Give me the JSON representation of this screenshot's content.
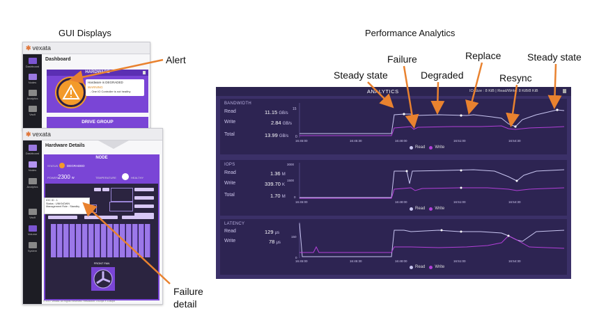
{
  "sections": {
    "gui_displays": "GUI Displays",
    "performance_analytics": "Performance Analytics"
  },
  "annotations": {
    "alert": "Alert",
    "failure_detail_line1": "Failure",
    "failure_detail_line2": "detail",
    "steady_state_1": "Steady state",
    "failure": "Failure",
    "degraded": "Degraded",
    "replace": "Replace",
    "resync": "Resync",
    "steady_state_2": "Steady state"
  },
  "dashboard": {
    "brand": "vexata",
    "title": "Dashboard",
    "hardware_label": "HARDWARE",
    "hardware_status_line": "Hardware is DEGRADED",
    "warning_label": "WARNING",
    "warning_detail": "- One IO Controller is not healthy",
    "drive_group_label": "DRIVE GROUP",
    "sidebar": [
      "Dashboard",
      "Nodes",
      "Analytics",
      "Vault"
    ]
  },
  "hardware_details": {
    "brand": "vexata",
    "title": "Hardware Details",
    "node_label": "NODE",
    "status_key": "STATUS",
    "status_value": "DEGRADED",
    "power_key": "POWER",
    "power_value": "2300",
    "power_unit": "w",
    "temperature_label": "TEMPERATURE",
    "temperature_value": "HEALTHY",
    "tooltip": [
      "IOC ID : 1",
      "Status : UNKNOWN",
      "Management Role : Standby"
    ],
    "front_fan_label": "FRONT FAN",
    "footer": "© 2017 Vexata. All Rights Reserved.     Resolution: 1920px X 1080px",
    "sidebar": [
      "Dashboard",
      "Nodes",
      "Analytics",
      "Vault",
      "Volume",
      "System"
    ]
  },
  "analytics": {
    "header": "ANALYTICS",
    "io_size": "IO Size : 8 KiB | Read/Write: 8 KiB/8 KiB",
    "x_ticks": [
      "16:45:00",
      "16:45:30",
      "16:48:00",
      "16:51:00",
      "16:54:30"
    ],
    "legend_read": "Read",
    "legend_write": "Write",
    "bandwidth": {
      "title": "BANDWIDTH",
      "read_label": "Read",
      "read_value": "11.15",
      "read_unit": "GB/s",
      "write_label": "Write",
      "write_value": "2.84",
      "write_unit": "GB/s",
      "total_label": "Total",
      "total_value": "13.99",
      "total_unit": "GB/s",
      "y_ticks": [
        "15",
        "0"
      ]
    },
    "iops": {
      "title": "IOPS",
      "read_label": "Read",
      "read_value": "1.36",
      "read_unit": "M",
      "write_label": "Write",
      "write_value": "339.70",
      "write_unit": "K",
      "total_label": "Total",
      "total_value": "1.70",
      "total_unit": "M",
      "y_ticks": [
        "3000",
        "1500",
        "0"
      ]
    },
    "latency": {
      "title": "LATENCY",
      "read_label": "Read",
      "read_value": "129",
      "read_unit": "μs",
      "write_label": "Write",
      "write_value": "78",
      "write_unit": "μs",
      "y_ticks": [
        "150",
        "0"
      ]
    }
  },
  "colors": {
    "accent_purple": "#7a45d6",
    "read_line": "#c9c6f2",
    "write_line": "#b23fd8",
    "arrow_orange": "#e9822f",
    "warning_orange": "#f39a2a"
  }
}
